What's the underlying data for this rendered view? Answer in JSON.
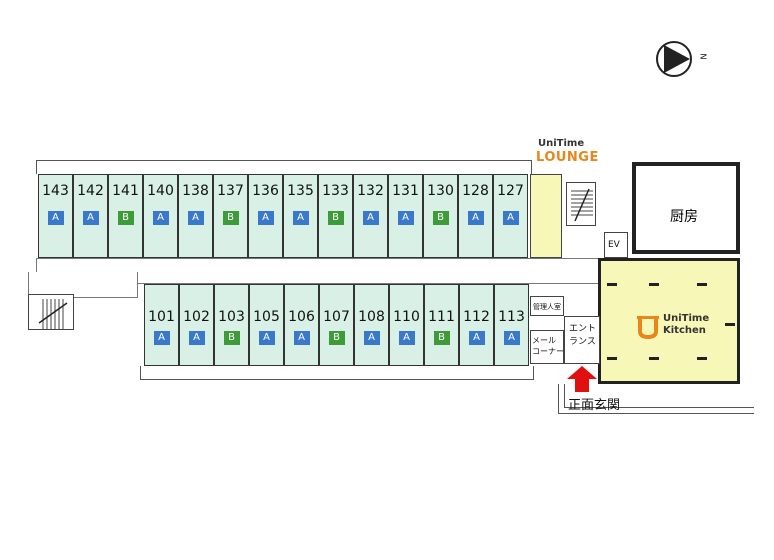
{
  "rooms_top": [
    {
      "number": "143",
      "type": "A"
    },
    {
      "number": "142",
      "type": "A"
    },
    {
      "number": "141",
      "type": "B"
    },
    {
      "number": "140",
      "type": "A"
    },
    {
      "number": "138",
      "type": "A"
    },
    {
      "number": "137",
      "type": "B"
    },
    {
      "number": "136",
      "type": "A"
    },
    {
      "number": "135",
      "type": "A"
    },
    {
      "number": "133",
      "type": "B"
    },
    {
      "number": "132",
      "type": "A"
    },
    {
      "number": "131",
      "type": "A"
    },
    {
      "number": "130",
      "type": "B"
    },
    {
      "number": "128",
      "type": "A"
    },
    {
      "number": "127",
      "type": "A"
    }
  ],
  "rooms_bottom": [
    {
      "number": "101",
      "type": "A"
    },
    {
      "number": "102",
      "type": "A"
    },
    {
      "number": "103",
      "type": "B"
    },
    {
      "number": "105",
      "type": "A"
    },
    {
      "number": "106",
      "type": "A"
    },
    {
      "number": "107",
      "type": "B"
    },
    {
      "number": "108",
      "type": "A"
    },
    {
      "number": "110",
      "type": "A"
    },
    {
      "number": "111",
      "type": "B"
    },
    {
      "number": "112",
      "type": "A"
    },
    {
      "number": "113",
      "type": "A"
    }
  ],
  "labels": {
    "kitchen_room": "厨房",
    "ev": "EV",
    "manager_room": "管理人室",
    "mail_corner": "メール\nコーナー",
    "entrance": "エント\nランス",
    "front_entrance": "正面玄関",
    "compass_letter": "N"
  },
  "logos": {
    "lounge_brand": "UniTime",
    "lounge_name": "LOUNGE",
    "kitchen_brand": "UniTime",
    "kitchen_name": "Kitchen"
  },
  "colors": {
    "room_fill": "#d9f0e6",
    "type_a": "#3a78c9",
    "type_b": "#3f9a3a",
    "common_area": "#f7f8b8",
    "arrow": "#e01010"
  }
}
